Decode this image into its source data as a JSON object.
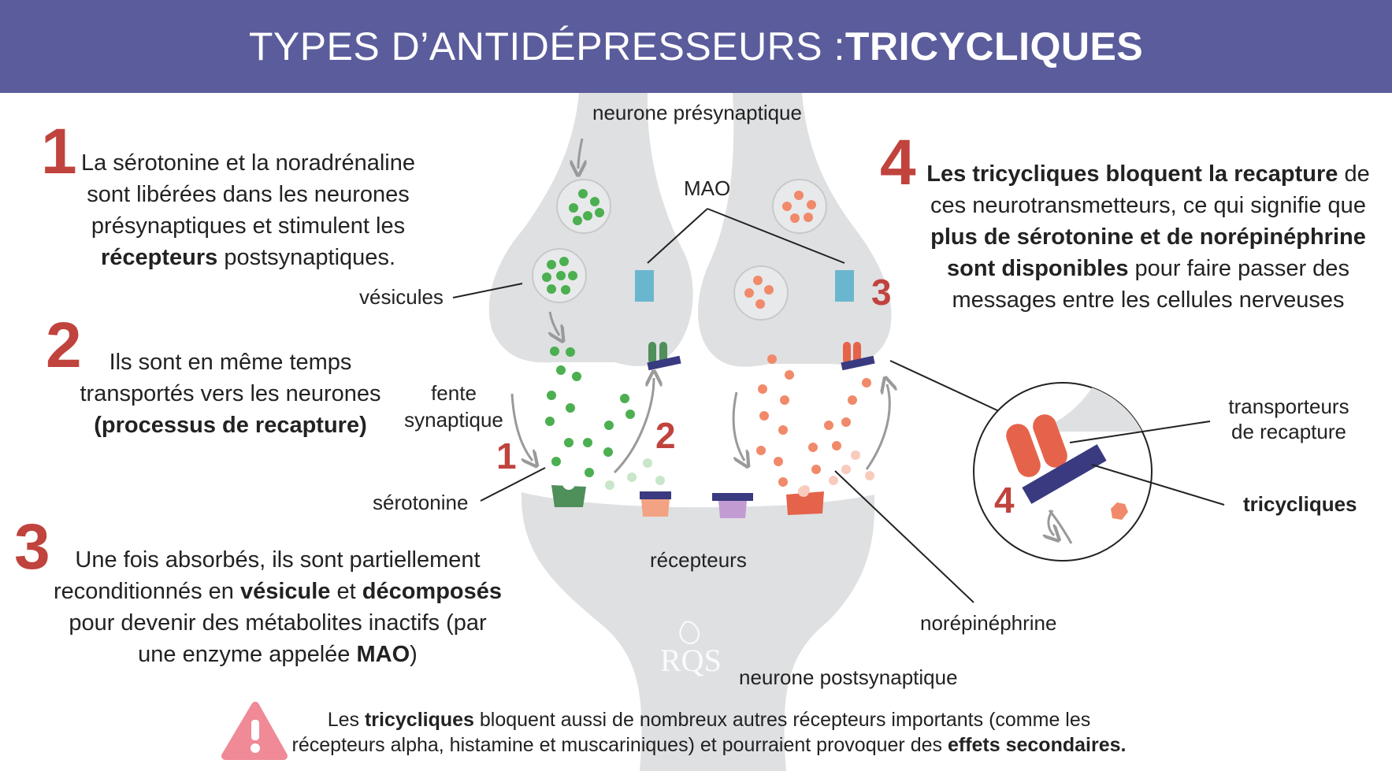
{
  "title": {
    "regular": "TYPES D’ANTIDÉPRESSEURS : ",
    "bold": "TRICYCLIQUES"
  },
  "steps": [
    {
      "number": "1",
      "parts": [
        {
          "t": "La sérotonine et la noradrénaline sont libérées dans les neurones présynaptiques et stimulent les ",
          "b": false
        },
        {
          "t": "récepteurs",
          "b": true
        },
        {
          "t": " postsynaptiques.",
          "b": false
        }
      ]
    },
    {
      "number": "2",
      "parts": [
        {
          "t": "Ils sont en même temps transportés vers les neurones ",
          "b": false
        },
        {
          "t": "(processus de recapture)",
          "b": true
        }
      ]
    },
    {
      "number": "3",
      "parts": [
        {
          "t": "Une fois absorbés, ils sont partiellement reconditionnés en ",
          "b": false
        },
        {
          "t": "vésicule",
          "b": true
        },
        {
          "t": " et ",
          "b": false
        },
        {
          "t": "décomposés",
          "b": true
        },
        {
          "t": " pour devenir des métabolites inactifs (par une enzyme appelée ",
          "b": false
        },
        {
          "t": "MAO",
          "b": true
        },
        {
          "t": ")",
          "b": false
        }
      ]
    },
    {
      "number": "4",
      "parts": [
        {
          "t": "Les tricycliques bloquent la recapture",
          "b": true
        },
        {
          "t": " de ces neurotransmetteurs, ce qui signifie que ",
          "b": false
        },
        {
          "t": "plus de sérotonine et de norépinéphrine sont disponibles",
          "b": true
        },
        {
          "t": " pour faire passer des messages entre les cellules nerveuses",
          "b": false
        }
      ]
    }
  ],
  "labels": {
    "presynaptic": "neurone présynaptique",
    "mao": "MAO",
    "vesicles": "vésicules",
    "cleft_line1": "fente",
    "cleft_line2": "synaptique",
    "serotonin": "sérotonine",
    "receptors": "récepteurs",
    "norepinephrine": "norépinéphrine",
    "postsynaptic": "neurone postsynaptique",
    "transporters_line1": "transporteurs",
    "transporters_line2": "de recapture",
    "tricyclics": "tricycliques"
  },
  "diagram_markers": {
    "left1": "1",
    "left2": "2",
    "right3": "3",
    "zoom4": "4"
  },
  "warning": {
    "parts": [
      {
        "t": "Les ",
        "b": false
      },
      {
        "t": "tricycliques",
        "b": true
      },
      {
        "t": " bloquent aussi de nombreux autres récepteurs importants (comme les récepteurs alpha, histamine et muscariniques) et pourraient provoquer des ",
        "b": false
      },
      {
        "t": "effets secondaires.",
        "b": true
      }
    ]
  },
  "logo_text": "RQS",
  "colors": {
    "header": "#5b5c9b",
    "accent_red": "#c0433d",
    "serotonin": "#4caf50",
    "norepinephrine": "#f08a6a",
    "transporter": "#e5634a",
    "tricyclic_blocker": "#3a3a80",
    "mao": "#6bb6cf",
    "neuron": "#dfe0e2",
    "warning": "#ef8a96"
  }
}
